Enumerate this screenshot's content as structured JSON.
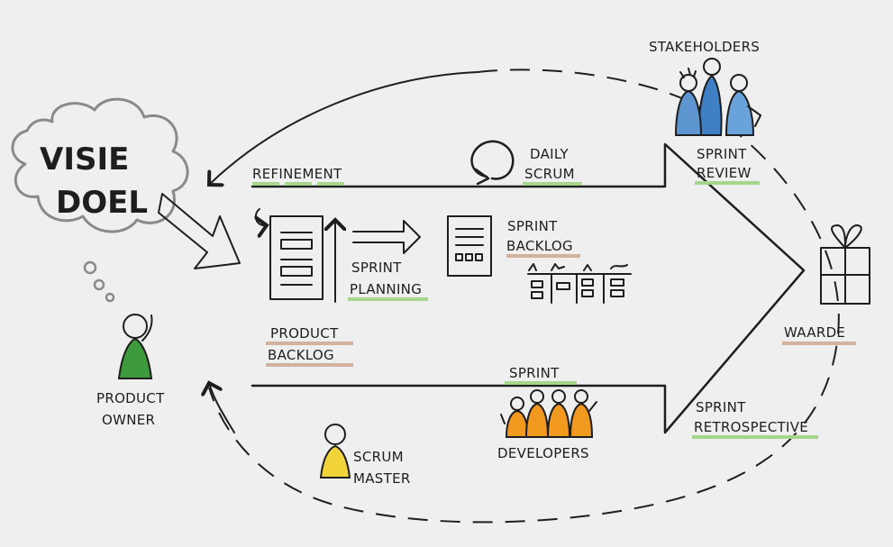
{
  "colors": {
    "background": "#efefef",
    "ink": "#1e1e1e",
    "green_underline": "#a6d58c",
    "tan_underline": "#d2b29d",
    "blue_figures": "#3f7fc4",
    "green_figure": "#3d9a3d",
    "orange_figures": "#f29a1f",
    "yellow_figure": "#f2d33a"
  },
  "labels": {
    "vision_line1": "VISIE",
    "vision_line2": "DOEL",
    "refinement": "REFINEMENT",
    "daily_scrum_line1": "DAILY",
    "daily_scrum_line2": "SCRUM",
    "stakeholders": "STAKEHOLDERS",
    "sprint_review_line1": "SPRINT",
    "sprint_review_line2": "REVIEW",
    "sprint_backlog_line1": "SPRINT",
    "sprint_backlog_line2": "BACKLOG",
    "sprint_planning_line1": "SPRINT",
    "sprint_planning_line2": "PLANNING",
    "product_backlog_line1": "PRODUCT",
    "product_backlog_line2": "BACKLOG",
    "value": "WAARDE",
    "sprint": "SPRINT",
    "developers": "DEVELOPERS",
    "sprint_retro_line1": "SPRINT",
    "sprint_retro_line2": "RETROSPECTIVE",
    "product_owner_line1": "PRODUCT",
    "product_owner_line2": "OWNER",
    "scrum_master_line1": "SCRUM",
    "scrum_master_line2": "MASTER"
  },
  "icons": {
    "cloud": "thought-cloud-icon",
    "gift": "gift-icon",
    "loop": "loop-arrow-icon",
    "document": "backlog-document-icon",
    "taskboard": "taskboard-icon",
    "people": "person-icon"
  }
}
